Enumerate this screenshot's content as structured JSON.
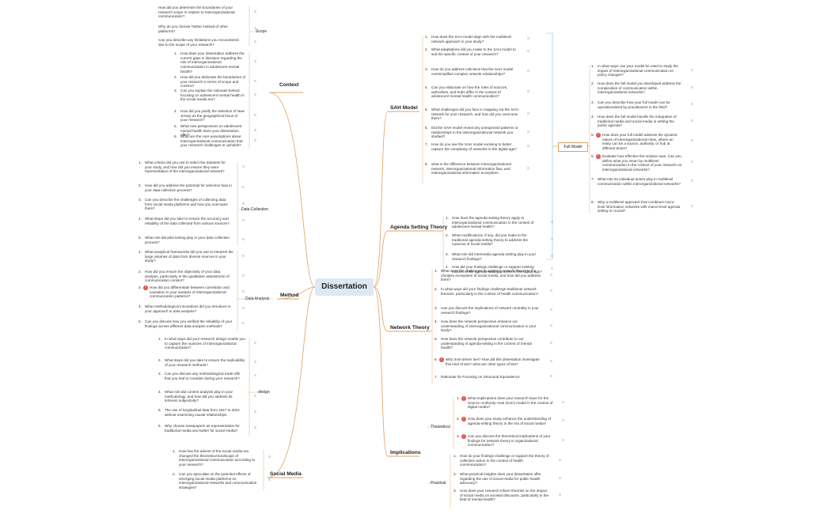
{
  "root": "Dissertation",
  "sections": {
    "context": "Context",
    "method": "Method",
    "social_media": "Social Media",
    "sah_model": "SAH Model",
    "agenda": "Agenda Setting Theory",
    "network": "Network Theory",
    "implications": "Implications"
  },
  "groups": {
    "scope": "Scope",
    "data_collection": "Data Collection",
    "data_analysis": "Data Analysis",
    "design": "design",
    "full_model": "Full Model",
    "theoretical": "Theoretical",
    "practical": "Practical"
  },
  "scope": [
    {
      "num": "",
      "text": "How did you determine the boundaries of your research scope in relation to interorganizational communication?"
    },
    {
      "num": "",
      "text": "Why do you choose Twitter instead of other platforms?"
    },
    {
      "num": "",
      "text": "Can you describe any limitations you encountered due to the scope of your research?"
    }
  ],
  "context": [
    {
      "num": "1.",
      "text": "How does your dissertation address the current gaps in literature regarding the role of interorganizational communication in adolescent mental health?"
    },
    {
      "num": "2.",
      "text": "How did you delineate the boundaries of your research in terms of scope and context?"
    },
    {
      "num": "3.",
      "text": "Can you explain the rationale behind focusing on adolescent mental health in the social media era?"
    },
    {
      "num": "4.",
      "text": "How did you justify the selection of New Jersey as the geographical focus of your research?"
    },
    {
      "num": "5.",
      "text": "What new perspectives on adolescent mental health does your dissertation offer?"
    },
    {
      "num": "6.",
      "text": "What are the core assumptions about interorganizational communication that your research challenges or upholds?"
    }
  ],
  "data_collection": [
    {
      "num": "1.",
      "text": "What criteria did you use to select the datasets for your study, and how did you ensure they were representative of the interorganizational network?"
    },
    {
      "num": "2.",
      "text": "How did you address the potential for selection bias in your data collection process?"
    },
    {
      "num": "3.",
      "text": "Can you describe the challenges of collecting data from social media platforms and how you overcame them?"
    },
    {
      "num": "4.",
      "text": "What steps did you take to ensure the accuracy and reliability of the data collected from various sources?"
    },
    {
      "num": "5.",
      "text": "What role did pilot testing play in your data collection process?"
    }
  ],
  "data_analysis": [
    {
      "num": "1.",
      "text": "What analytical frameworks did you use to interpret the large volumes of data from diverse sources in your study?"
    },
    {
      "num": "2.",
      "text": "How did you ensure the objectivity of your data analysis, particularly in the qualitative assessment of communication content?"
    },
    {
      "num": "3.",
      "text": "How did you differentiate between correlation and causation in your analysis of interorganizational communication patterns?"
    },
    {
      "num": "4.",
      "text": "What methodological innovations did you introduce in your approach to data analysis?"
    },
    {
      "num": "5.",
      "text": "Can you discuss how you verified the reliability of your findings across different data analysis methods?"
    }
  ],
  "design": [
    {
      "num": "1.",
      "text": "In what ways did your research design enable you to capture the nuances of interorganizational communication?"
    },
    {
      "num": "2.",
      "text": "What steps did you take to ensure the replicability of your research methods?"
    },
    {
      "num": "3.",
      "text": "Can you discuss any methodological trade-offs that you had to consider during your research?"
    },
    {
      "num": "4.",
      "text": "What role did content analysis play in your methodology, and how did you address its inherent subjectivity?"
    },
    {
      "num": "5.",
      "text": "The use of longitudinal data from 2017 to 2021 without examining causal relationships"
    },
    {
      "num": "6.",
      "text": "Why choose newspapers as representation for traditional media and twitter for social media?"
    }
  ],
  "social_media": [
    {
      "num": "1.",
      "text": "How has the advent of the social media era changed the theoretical landscape of interorganizational communication according to your research?"
    },
    {
      "num": "2.",
      "text": "Can you speculate on the potential effects of emerging social media platforms on interorganizational networks and communication strategies?"
    }
  ],
  "sah": [
    {
      "num": "1.",
      "text": "How does the SAH model align with the multilevel network approach in your study?"
    },
    {
      "num": "2.",
      "text": "What adaptations did you make to the SAH model to suit the specific context of your research?"
    },
    {
      "num": "3.",
      "text": "How do you address criticisms that the SAH model oversimplifies complex network relationships?"
    },
    {
      "num": "4.",
      "text": "Can you elaborate on how the roles of sources, authorities, and hubs differ in the context of adolescent mental health communication?"
    },
    {
      "num": "5.",
      "text": "What challenges did you face in mapping out the SAH network for your research, and how did you overcome them?"
    },
    {
      "num": "6.",
      "text": "Did the SAH model reveal any unexpected patterns or relationships in the interorganizational network you studied?"
    },
    {
      "num": "7.",
      "text": "How do you see the SAH model evolving to better capture the complexity of networks in the digital age?"
    },
    {
      "num": "8.",
      "text": "what is the difference between interorganizational network, interorganizational information flow, and interorganizational information ecosystem"
    }
  ],
  "full_model": [
    {
      "num": "1.",
      "text": "In what ways can your model be used to study the impact of interorganizational communication on policy changes?"
    },
    {
      "num": "2.",
      "text": "How does the full model you developed address the complexities of communication within interorganizational networks?"
    },
    {
      "num": "3.",
      "text": "Can you describe how your full model can be operationalized by practitioners in the field?"
    },
    {
      "num": "4.",
      "text": "How does the full model handle the integration of traditional media and social media in setting the public agenda?"
    },
    {
      "num": "5.",
      "text": "How does your full model address the dynamic nature of interorganizational roles, where an entity can be a source, authority, or hub at different times?"
    },
    {
      "num": "6.",
      "text": "Evaluate how effective the solution was. Can you define what you mean by multilevel communication in the context of your research on interorganizational networks?"
    },
    {
      "num": "7.",
      "text": "What role do individual actors play in multilevel communication within interorganizational networks?"
    },
    {
      "num": "8.",
      "text": "Why a multilevel approach that combines micro-level information networks with macro-level agenda setting is crucial?"
    }
  ],
  "agenda": [
    {
      "num": "1.",
      "text": "How does the agenda-setting theory apply to interorganizational communication in the context of adolescent mental health?"
    },
    {
      "num": "2.",
      "text": "What modifications, if any, did you make to the traditional agenda-setting theory to address the nuances of social media?"
    },
    {
      "num": "3.",
      "text": "What role did intermedia agenda setting play in your research findings?"
    },
    {
      "num": "4.",
      "text": "How did your findings challenge or support existing notions of the agenda-setting process in the digital age?"
    }
  ],
  "network": [
    {
      "num": "1.",
      "text": "What were the challenges in applying network theory to the complex ecosystem of social media, and how did you address them?"
    },
    {
      "num": "2.",
      "text": "In what ways did your findings challenge traditional network theories, particularly in the context of health communication?"
    },
    {
      "num": "3.",
      "text": "Can you discuss the implications of network centrality in your research findings?"
    },
    {
      "num": "4.",
      "text": "How does the network perspective enhance our understanding of interorganizational communication in your study?"
    },
    {
      "num": "5.",
      "text": "How does the network perspective contribute to our understanding of agenda-setting in the context of mental health?"
    },
    {
      "num": "6.",
      "text": "Why trust-driven ties? How did this dissertation investigate this kind of ties? what are other types of ties?"
    },
    {
      "num": "7.",
      "text": "Rationale for Focusing on Structural Equivalence"
    }
  ],
  "theoretical": [
    {
      "num": "1.",
      "text": "What implications does your research have for the Source–Authority–Hub (SAH) model in the context of digital media?"
    },
    {
      "num": "2.",
      "text": "How does your study enhance the understanding of agenda-setting theory in the era of social media?"
    },
    {
      "num": "3.",
      "text": "Can you discuss the theoretical implications of your findings for network theory in organizational communication?"
    }
  ],
  "practical": [
    {
      "num": "1.",
      "text": "How do your findings challenge or support the theory of collective action in the context of health communication?"
    },
    {
      "num": "2.",
      "text": "What practical insights does your dissertation offer regarding the use of social media for public health advocacy?"
    },
    {
      "num": "3.",
      "text": "How does your research inform theories on the impact of social media on societal discourse, particularly in the field of mental health?"
    }
  ],
  "colors": {
    "accent": "#e0a060",
    "root_fill": "#dce9f5",
    "bracket": "#8bb8e0",
    "badge": "#e4504a"
  },
  "note_icon": "≡"
}
